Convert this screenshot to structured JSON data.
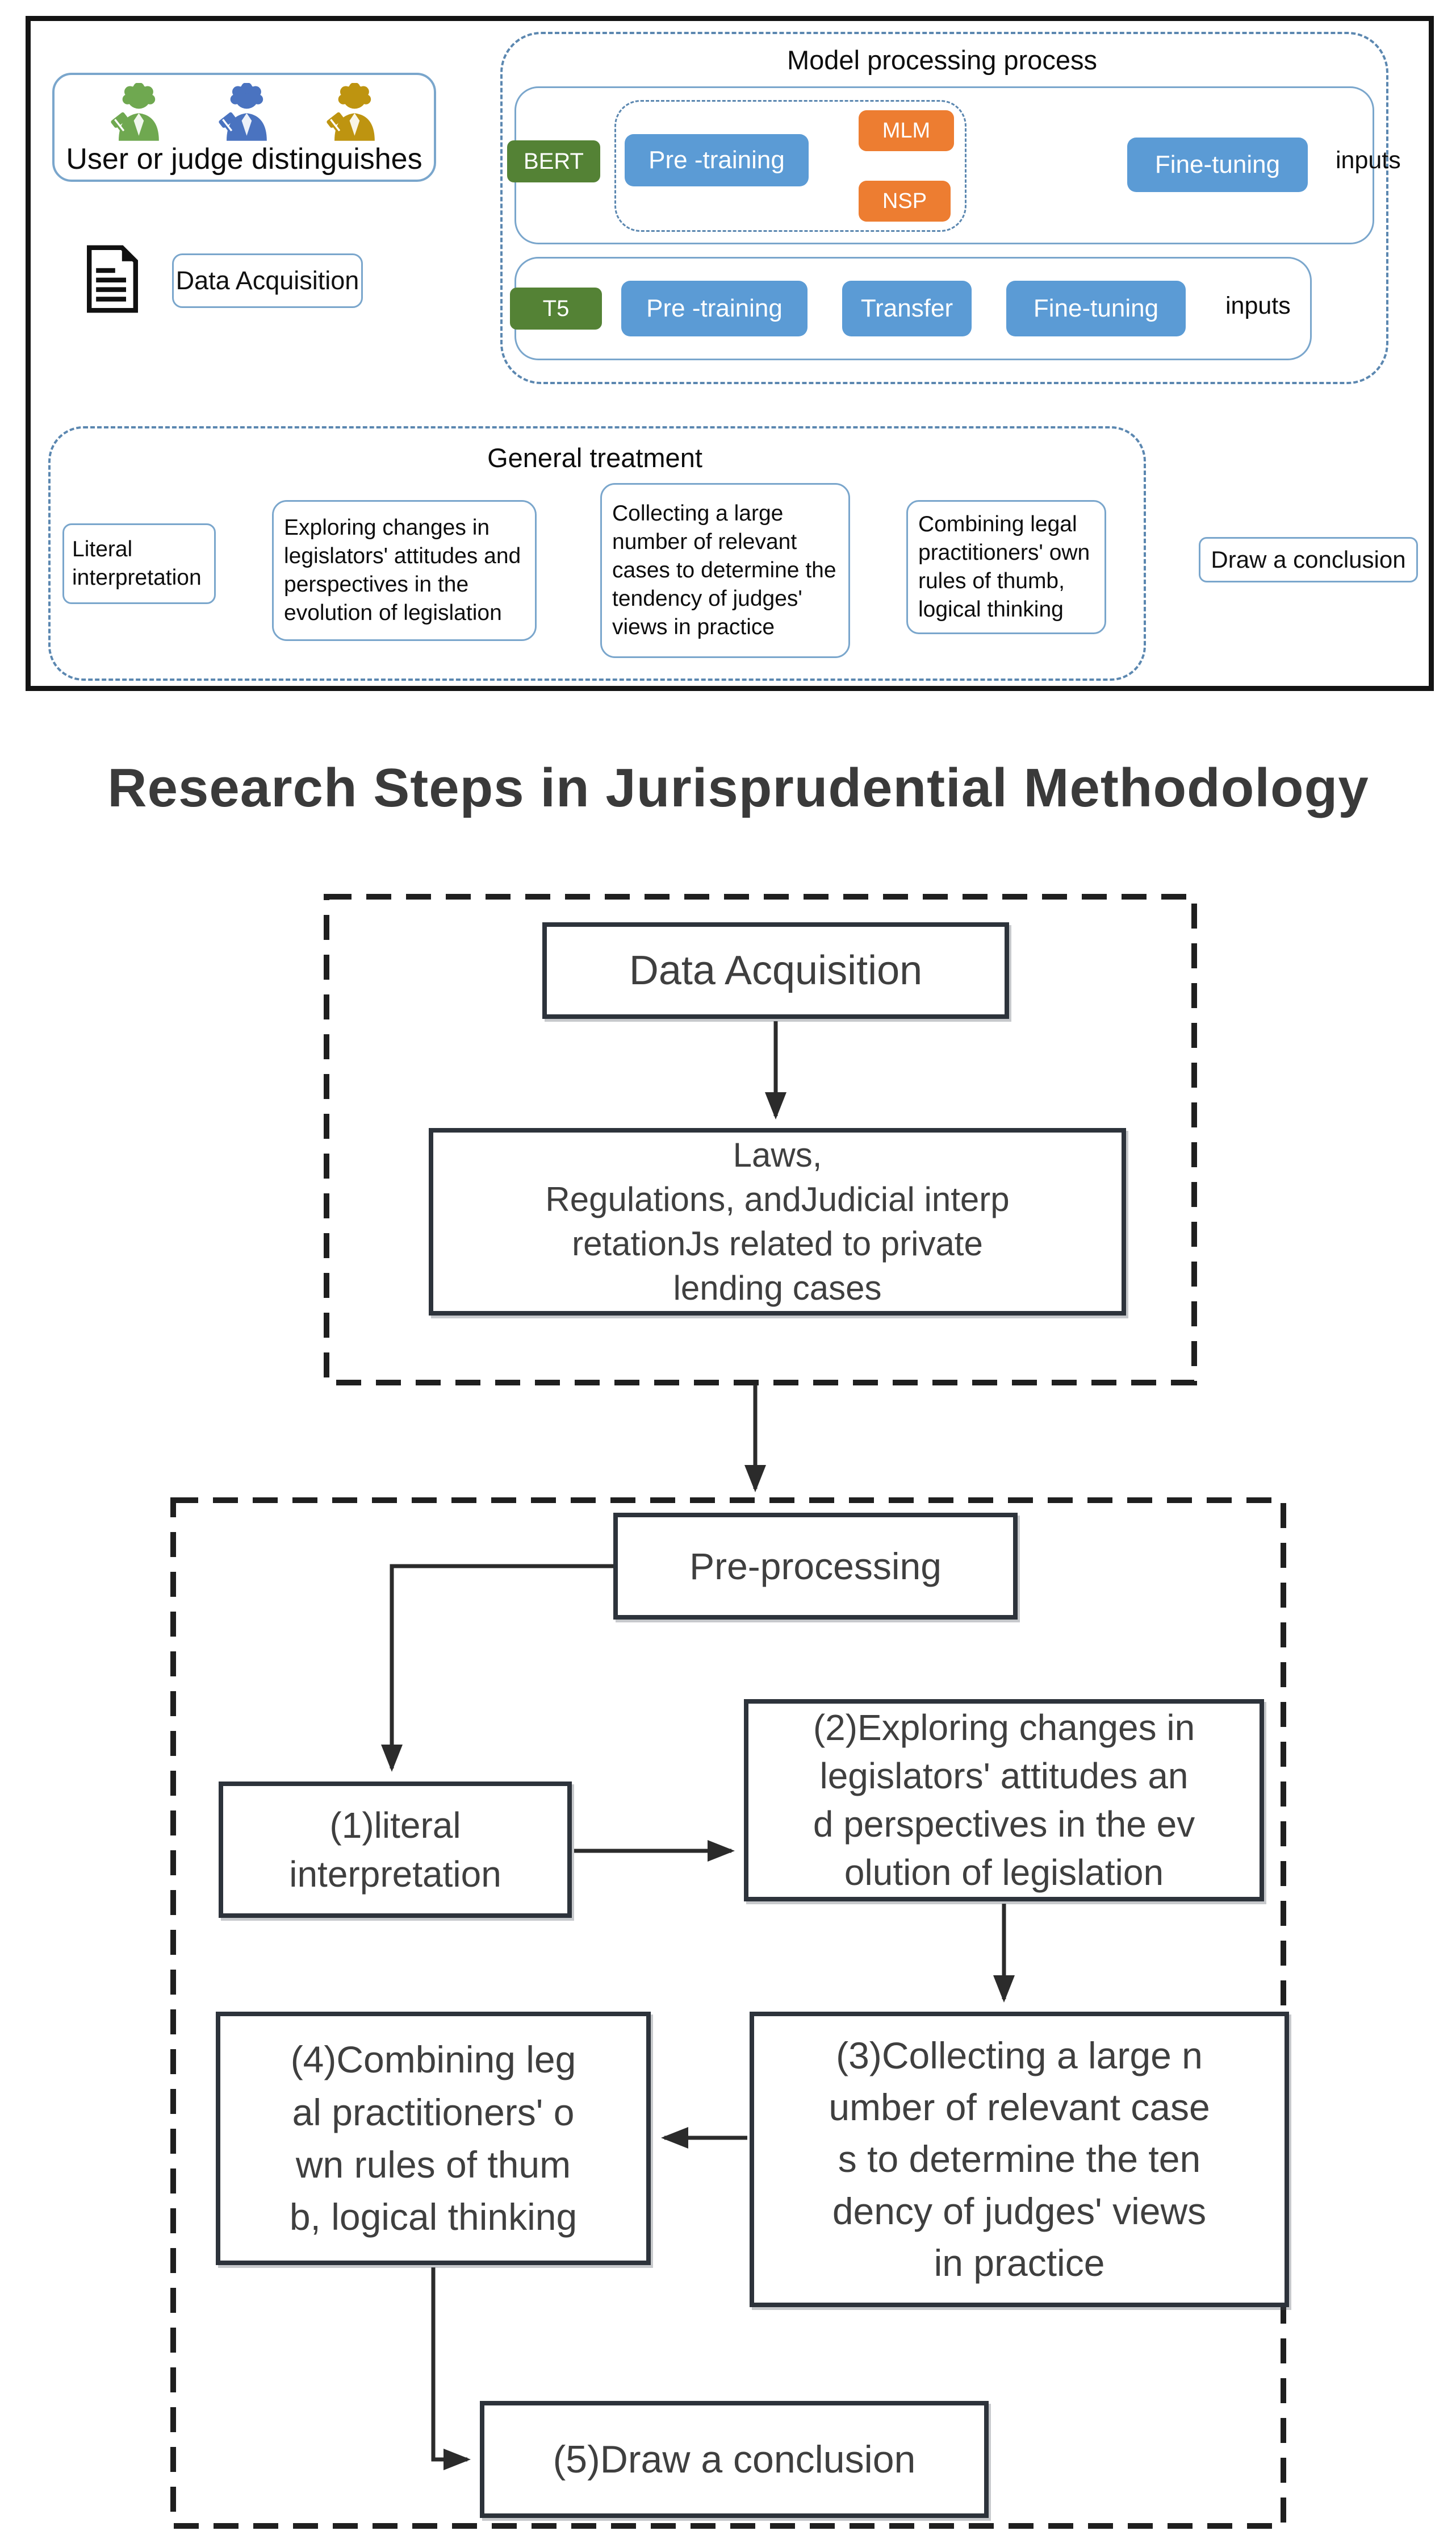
{
  "colors": {
    "accent_blue": "#5B9BD5",
    "green": "#548235",
    "orange": "#ED7D31",
    "light_blue_border": "#7aa6cc",
    "dashed_blue": "#5b87b0",
    "dark_border": "#2d333b",
    "person_green": "#6FA850",
    "person_blue": "#4A73C0",
    "person_gold": "#BE9410"
  },
  "icons": {
    "users": [
      "person-gavel-icon-green",
      "person-gavel-icon-blue",
      "person-gavel-icon-gold"
    ],
    "document": "document-icon"
  },
  "top": {
    "user_label": "User or judge distinguishes",
    "data_acquisition": "Data Acquisition",
    "model": {
      "title": "Model processing process",
      "bert": {
        "tag": "BERT",
        "pretraining": "Pre -training",
        "mlm": "MLM",
        "nsp": "NSP",
        "finetuning": "Fine-tuning",
        "inputs": "inputs"
      },
      "t5": {
        "tag": "T5",
        "pretraining": "Pre -training",
        "transfer": "Transfer",
        "finetuning": "Fine-tuning",
        "inputs": "inputs"
      }
    },
    "general": {
      "title": "General treatment",
      "steps": [
        "Literal\ninterpretation",
        "Exploring changes in\nlegislators' attitudes and\nperspectives in the\nevolution of legislation",
        "Collecting a large\nnumber of relevant\ncases to determine the\ntendency of judges'\nviews in practice",
        "Combining legal\npractitioners' own\nrules of thumb,\nlogical thinking"
      ],
      "conclusion": "Draw a conclusion"
    }
  },
  "bottom": {
    "title": "Research Steps in Jurisprudential Methodology",
    "data_acquisition": "Data Acquisition",
    "laws": "Laws,\nRegulations, andJudicial interp\nretationJs related to private\nlending cases",
    "preprocessing": "Pre-processing",
    "steps": [
      "(1)literal\ninterpretation",
      "(2)Exploring changes in\nlegislators' attitudes an\nd perspectives in the ev\nolution of legislation",
      "(3)Collecting a large n\number of relevant case\ns to determine the ten\ndency of judges' views\nin practice",
      "(4)Combining leg\nal practitioners' o\nwn rules of thum\nb, logical thinking",
      "(5)Draw a conclusion"
    ]
  }
}
